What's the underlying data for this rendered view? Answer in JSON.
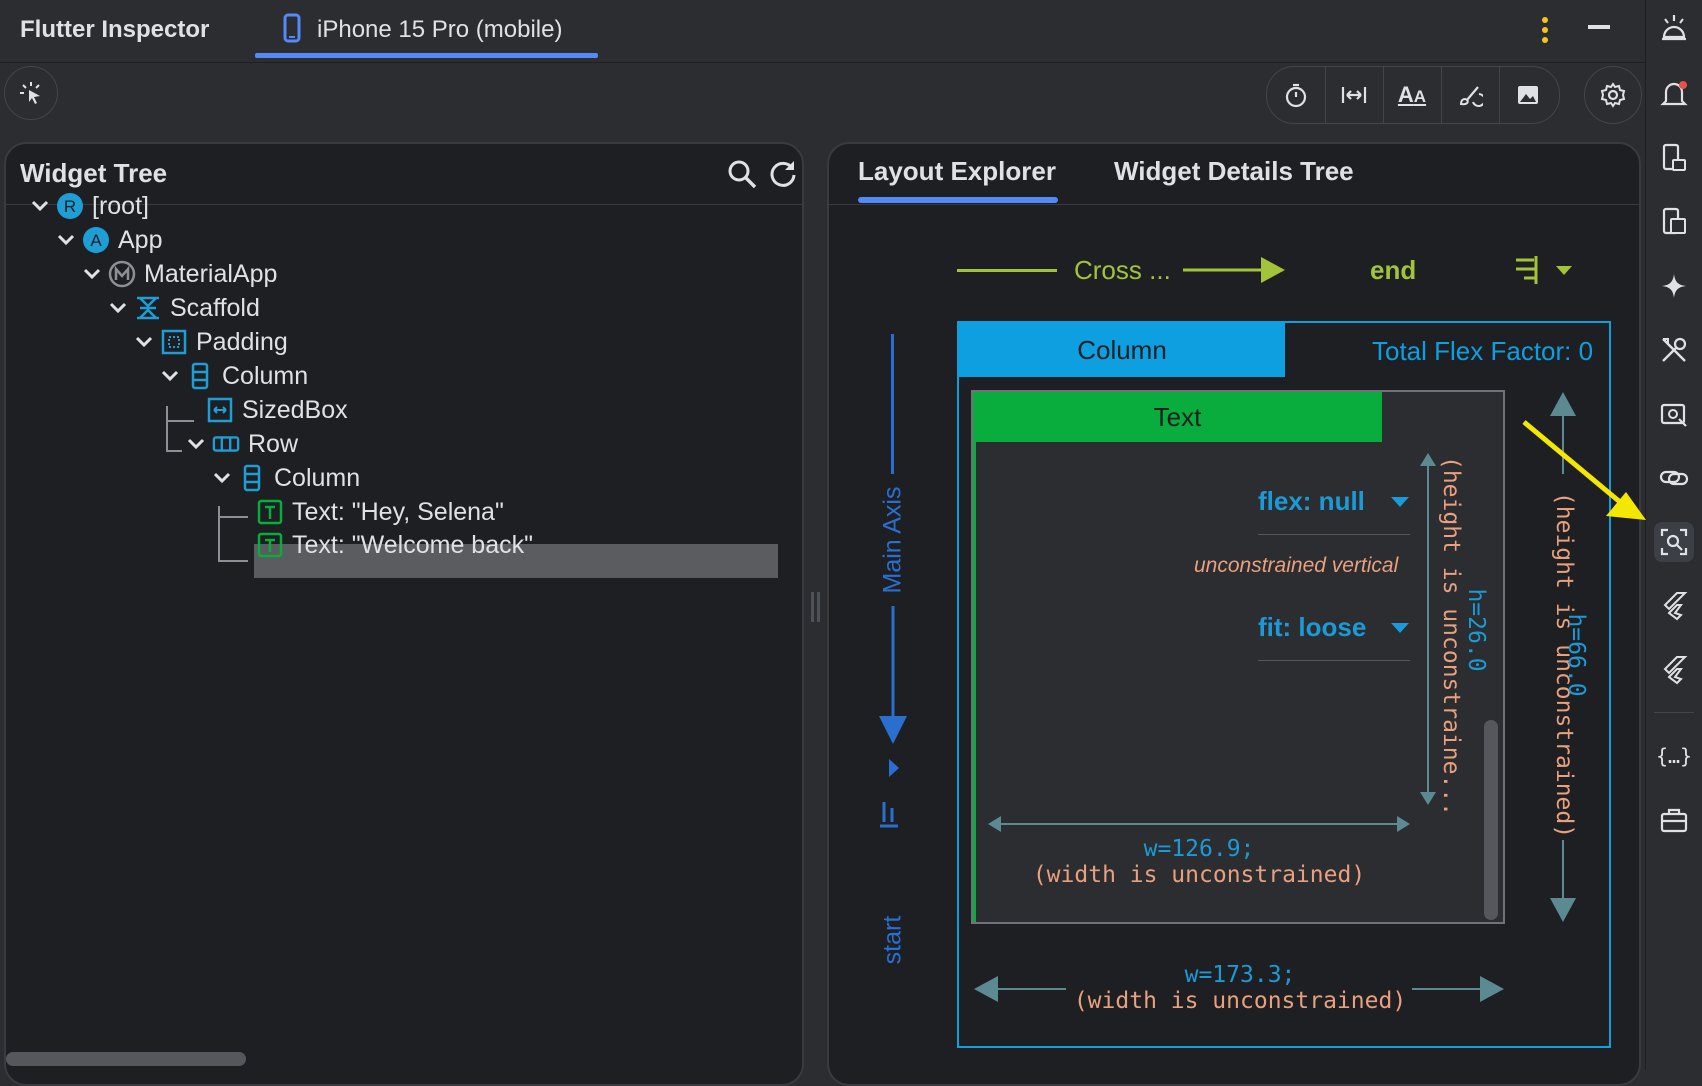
{
  "app": {
    "tool_title": "Flutter Inspector",
    "device_tab": "iPhone 15 Pro (mobile)"
  },
  "widget_tree": {
    "title": "Widget Tree",
    "nodes": [
      {
        "label": "[root]",
        "badge": "R",
        "icon": "root-badge-icon"
      },
      {
        "label": "App",
        "badge": "A",
        "icon": "app-badge-icon"
      },
      {
        "label": "MaterialApp",
        "icon": "materialapp-icon"
      },
      {
        "label": "Scaffold",
        "icon": "scaffold-icon"
      },
      {
        "label": "Padding",
        "icon": "padding-icon"
      },
      {
        "label": "Column",
        "icon": "column-icon"
      },
      {
        "label": "SizedBox",
        "icon": "sizedbox-icon"
      },
      {
        "label": "Row",
        "icon": "row-icon"
      },
      {
        "label": "Column",
        "icon": "column-icon"
      },
      {
        "label": "Text: \"Hey, Selena\"",
        "icon": "text-icon"
      },
      {
        "label": "Text: \"Welcome back\"",
        "icon": "text-icon",
        "selected": true
      }
    ]
  },
  "details": {
    "tabs": [
      "Layout Explorer",
      "Widget Details Tree"
    ],
    "active_tab": "Layout Explorer"
  },
  "layout_explorer": {
    "cross_axis_label": "Cross ...",
    "cross_axis_value": "end",
    "main_axis_label": "Main Axis",
    "main_axis_value": "start",
    "parent_label": "Column",
    "total_flex": "Total Flex Factor: 0",
    "child_label": "Text",
    "flex": "flex: null",
    "unconstrained_vertical": "unconstrained vertical",
    "fit": "fit: loose",
    "child_height": "h=26.0",
    "child_height_note": "(height is unconstraine...",
    "child_width": "w=126.9;",
    "child_width_note": "(width is unconstrained)",
    "parent_height": "h=66.0",
    "parent_height_note": "(height is unconstrained)",
    "parent_width": "w=173.3;",
    "parent_width_note": "(width is unconstrained)"
  },
  "colors": {
    "accent_blue": "#548af7",
    "column_blue": "#0e9fe0",
    "text_green": "#09ad3d",
    "cross_green": "#a2c33a",
    "annot_blue": "#1c9ad6",
    "annot_orange": "#e8a07e",
    "arrow_gray": "#5c8a92",
    "highlight_yellow": "#f5e800"
  }
}
